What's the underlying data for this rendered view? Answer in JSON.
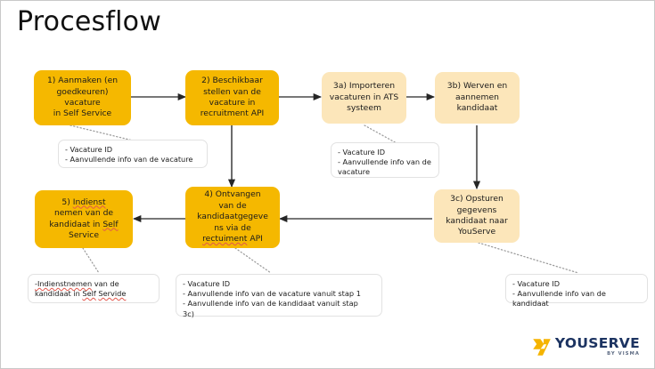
{
  "slide": {
    "title": "Procesflow",
    "background_color": "#ffffff",
    "border_color": "#c9c9c9"
  },
  "palette": {
    "box_dark": "#F5B800",
    "box_light": "#FCE6BA",
    "connector": "#262626",
    "note_border": "#e2e2e2",
    "spellcheck": "#e2574c",
    "logo_mark": "#F5B400",
    "logo_text": "#1c3361"
  },
  "nodes": [
    {
      "id": "n1",
      "label": "1) Aanmaken (en\ngoedkeuren)\nvacature\nin Self Service",
      "style": "dark"
    },
    {
      "id": "n2",
      "label": "2) Beschikbaar\nstellen van de\nvacature in\nrecruitment API",
      "style": "dark"
    },
    {
      "id": "n3a",
      "label": "3a) Importeren\nvacaturen in ATS\nsysteem",
      "style": "light"
    },
    {
      "id": "n3b",
      "label": "3b) Werven en\naannemen\nkandidaat",
      "style": "light"
    },
    {
      "id": "n3c",
      "label": "3c) Opsturen\ngegevens\nkandidaat naar\nYouServe",
      "style": "light"
    },
    {
      "id": "n4",
      "label": "4) Ontvangen\nvan de\nkandidaatgegeve\nns via de\nrectuiment API",
      "style": "dark"
    },
    {
      "id": "n5",
      "label": "5) Indienst\nnemen van de\nkandidaat in Self\nService",
      "style": "dark"
    }
  ],
  "notes": [
    {
      "id": "note1",
      "text": "- Vacature  ID\n- Aanvullende info van de vacature"
    },
    {
      "id": "note3a",
      "text": "- Vacature  ID\n- Aanvullende info van de\nvacature"
    },
    {
      "id": "note5",
      "text": "-Indienstnemen van de\nkandidaat in Self Servide"
    },
    {
      "id": "note4",
      "text": "- Vacature ID\n- Aanvullende info van de vacature vanuit stap 1\n- Aanvullende info van de kandidaat vanuit stap\n3c)"
    },
    {
      "id": "note3c",
      "text": "- Vacature  ID\n- Aanvullende info van de kandidaat"
    }
  ],
  "logo": {
    "name": "YOUSERVE",
    "tagline": "BY VISMA"
  }
}
